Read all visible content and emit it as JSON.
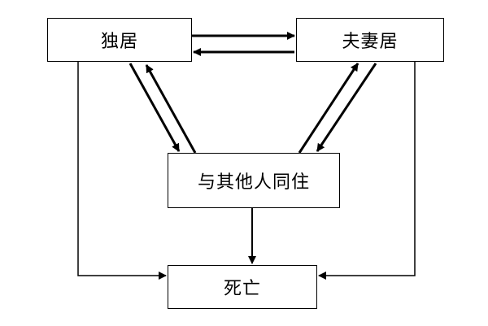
{
  "diagram": {
    "nodes": {
      "living_alone": "独居",
      "living_with_spouse": "夫妻居",
      "living_with_others": "与其他人同住",
      "death": "死亡"
    },
    "edges": [
      {
        "from": "living_alone",
        "to": "living_with_spouse"
      },
      {
        "from": "living_with_spouse",
        "to": "living_alone"
      },
      {
        "from": "living_alone",
        "to": "living_with_others"
      },
      {
        "from": "living_with_others",
        "to": "living_alone"
      },
      {
        "from": "living_with_spouse",
        "to": "living_with_others"
      },
      {
        "from": "living_with_others",
        "to": "living_with_spouse"
      },
      {
        "from": "living_with_others",
        "to": "death"
      },
      {
        "from": "living_alone",
        "to": "death"
      },
      {
        "from": "living_with_spouse",
        "to": "death"
      }
    ],
    "colors": {
      "stroke": "#000000",
      "fill": "#ffffff"
    }
  }
}
